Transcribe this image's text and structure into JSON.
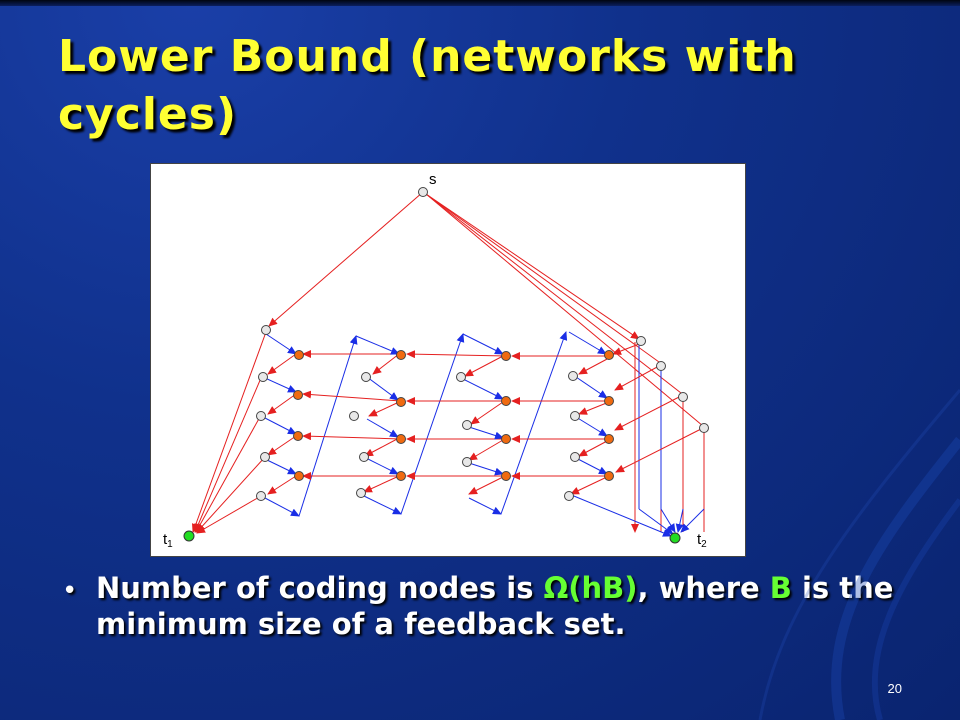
{
  "slide": {
    "title": "Lower Bound (networks with cycles)",
    "page_number": "20"
  },
  "bullet": {
    "part1": "Number of coding nodes is ",
    "omega": "Ω(hB)",
    "part2": ", where ",
    "b": "B",
    "part3": " is the minimum size of a feedback set."
  },
  "diagram": {
    "source_label": "s",
    "sink_labels": [
      "t",
      "t"
    ],
    "sink_subscripts": [
      "1",
      "2"
    ],
    "colors": {
      "red_edge": "#e52020",
      "blue_edge": "#1a2ee6",
      "coding_node": "#f06a10",
      "sink_node": "#22dd22",
      "plain_node": "#e8e8e8"
    }
  }
}
